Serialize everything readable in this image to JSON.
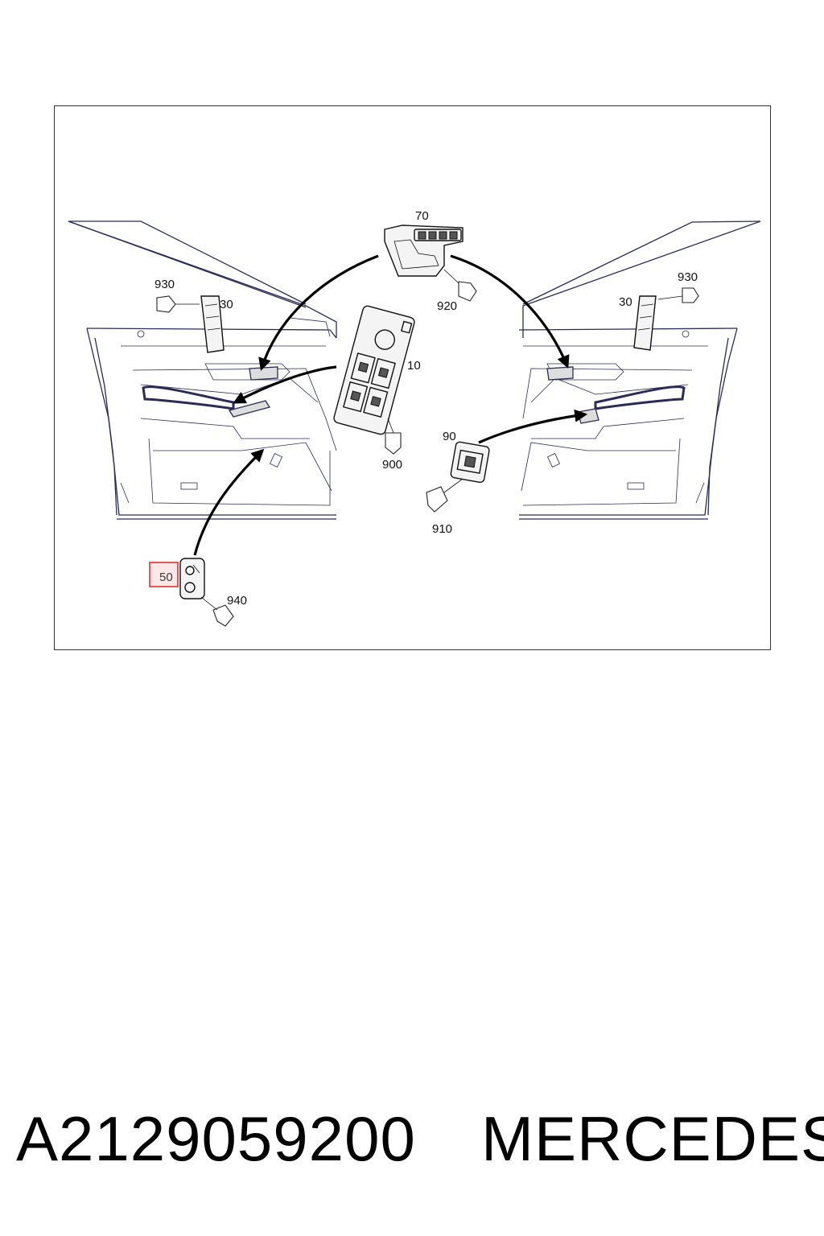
{
  "diagram": {
    "callouts": {
      "c70": "70",
      "c930_left": "930",
      "c30_left": "30",
      "c930_right": "930",
      "c30_right": "30",
      "c920": "920",
      "c10": "10",
      "c900": "900",
      "c90": "90",
      "c910": "910",
      "c50": "50",
      "c940": "940"
    },
    "highlight": {
      "callout": "50",
      "color": "#e03030",
      "fill": "#fde8e8"
    },
    "line_color": "#2b2b55"
  },
  "footer": {
    "part_number": "A2129059200",
    "brand": "MERCEDES"
  }
}
